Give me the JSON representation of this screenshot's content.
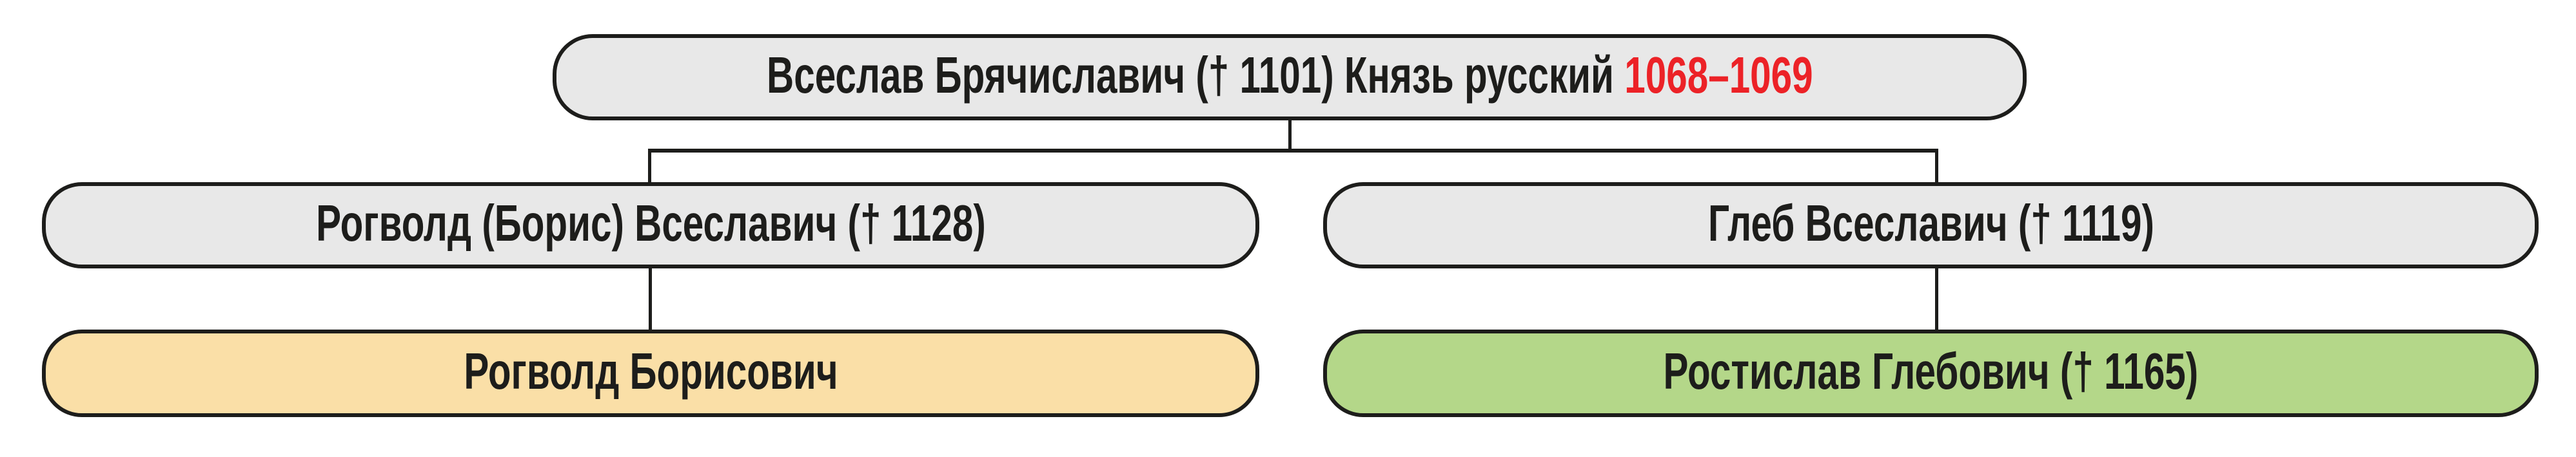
{
  "diagram": {
    "type": "family-tree",
    "background_color": "#ffffff",
    "line_color": "#1d1d1b",
    "nodes": {
      "root": {
        "label": "Всеслав Брячиславич († 1101) Князь русский",
        "reign_years": "1068–1069",
        "fill_color": "#e8e8e8",
        "reign_years_color": "#ec2227"
      },
      "child_left": {
        "label": "Рогволд (Борис) Всеславич († 1128)",
        "fill_color": "#e8e8e8"
      },
      "child_right": {
        "label": "Глеб Всеславич († 1119)",
        "fill_color": "#e8e8e8"
      },
      "grandchild_left": {
        "label": "Рогволд Борисович",
        "fill_color": "#fadfa7"
      },
      "grandchild_right": {
        "label": "Ростислав Глебович († 1165)",
        "fill_color": "#b4d789"
      }
    },
    "edges": [
      {
        "from": "root",
        "to": "child_left"
      },
      {
        "from": "root",
        "to": "child_right"
      },
      {
        "from": "child_left",
        "to": "grandchild_left"
      },
      {
        "from": "child_right",
        "to": "grandchild_right"
      }
    ]
  }
}
